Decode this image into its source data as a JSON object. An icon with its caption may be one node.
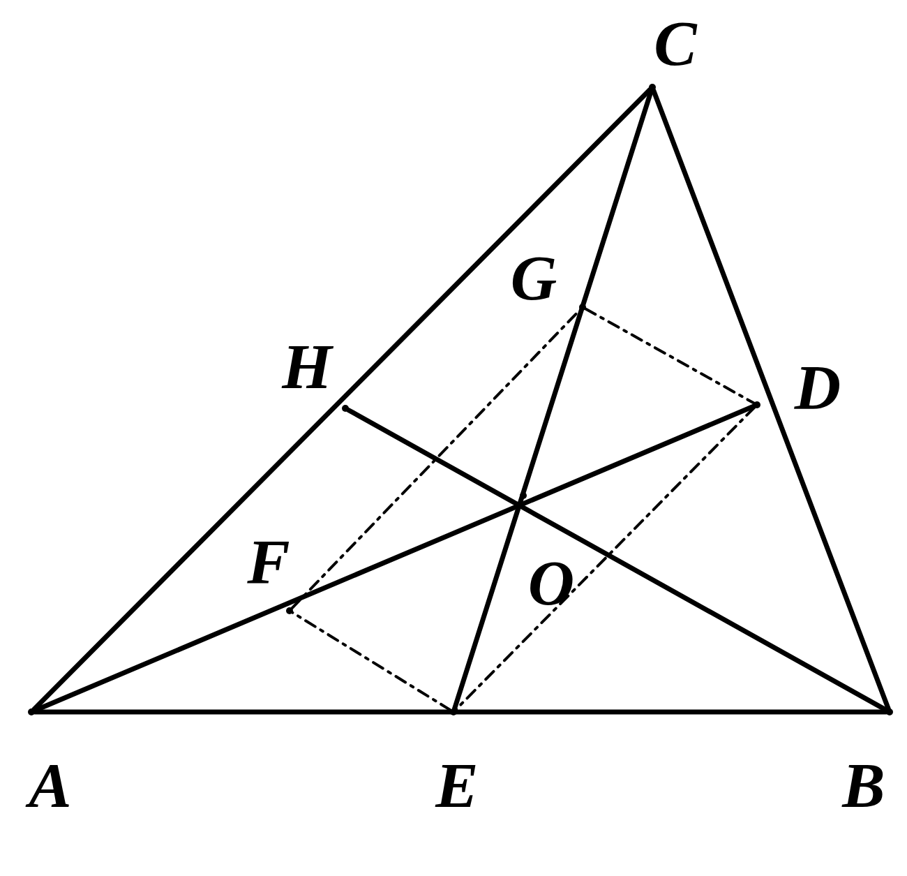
{
  "diagram": {
    "nodes": [
      {
        "text": [],
        "shape": "circle",
        "beside": [
          "C"
        ]
      },
      {
        "text": [],
        "shape": "circle",
        "beside": [
          "G"
        ]
      },
      {
        "text": [],
        "shape": "circle",
        "beside": [
          "H"
        ]
      },
      {
        "text": [],
        "shape": "circle",
        "beside": [
          "D"
        ]
      },
      {
        "text": [],
        "shape": "circle",
        "beside": [
          "F"
        ]
      },
      {
        "text": [],
        "shape": "circle",
        "beside": [
          "O"
        ]
      },
      {
        "text": [],
        "shape": "circle",
        "beside": [
          "A"
        ]
      },
      {
        "text": [],
        "shape": "circle",
        "beside": [
          "E"
        ]
      },
      {
        "text": [],
        "shape": "circle",
        "beside": [
          "B"
        ]
      }
    ],
    "edges": [
      {
        "from": 6,
        "to": 8,
        "arrow": "none"
      },
      {
        "from": 8,
        "to": 0,
        "arrow": "none"
      },
      {
        "from": 0,
        "to": 6,
        "arrow": "none"
      },
      {
        "from": 6,
        "to": 3,
        "arrow": "none"
      },
      {
        "from": 8,
        "to": 2,
        "arrow": "none"
      },
      {
        "from": 0,
        "to": 7,
        "arrow": "none"
      },
      {
        "from": 4,
        "to": 1,
        "arrow": "none",
        "style": "dashed"
      },
      {
        "from": 1,
        "to": 3,
        "arrow": "none",
        "style": "dashed"
      },
      {
        "from": 3,
        "to": 7,
        "arrow": "none",
        "style": "dashed"
      },
      {
        "from": 7,
        "to": 4,
        "arrow": "none",
        "style": "dashed"
      }
    ]
  }
}
